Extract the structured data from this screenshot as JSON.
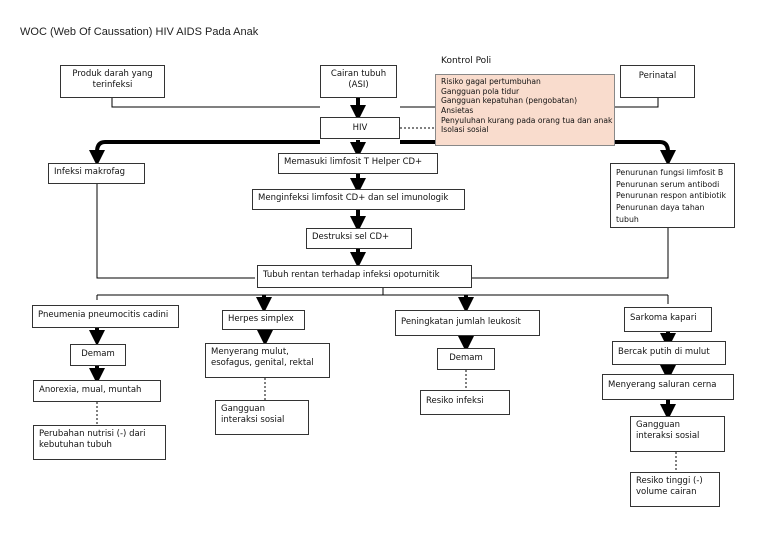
{
  "title": "WOC (Web Of Caussation) HIV AIDS Pada Anak",
  "kontrol_poli": {
    "title": "Kontrol Poli",
    "items": [
      "Risiko gagal pertumbuhan",
      "Gangguan pola tidur",
      "Gangguan kepatuhan (pengobatan)",
      "Ansietas",
      "Penyuluhan kurang pada orang tua dan anak",
      "Isolasi sosial"
    ]
  },
  "nodes": {
    "produk_darah": "Produk darah yang\nterinfeksi",
    "cairan_tubuh": "Cairan tubuh\n(ASI)",
    "perinatal": "Perinatal",
    "hiv": "HIV",
    "infeksi_makrofag": "Infeksi makrofag",
    "memasuki_limfosit": "Memasuki limfosit T Helper CD+",
    "menginfeksi_limfosit": "Menginfeksi limfosit CD+ dan sel imunologik",
    "destruksi": "Destruksi sel CD+",
    "tubuh_rentan": "Tubuh rentan terhadap infeksi opoturnitik",
    "penurunan": "Penurunan fungsi limfosit B\nPenurunan serum antibodi\nPenurunan respon antibiotik\nPenurunan daya tahan tubuh",
    "pneumenia": "Pneumenia pneumocitis cadini",
    "demam_1": "Demam",
    "anorexia": "Anorexia, mual, muntah",
    "perubahan_nutrisi": "Perubahan nutrisi (-) dari\nkebutuhan tubuh",
    "herpes": "Herpes simplex",
    "menyerang_mulut": "Menyerang mulut,\nesofagus, genital, rektal",
    "gangguan_sosial_1": "Gangguan\ninteraksi sosial",
    "peningkatan_leukosit": "Peningkatan jumlah leukosit",
    "demam_2": "Demam",
    "resiko_infeksi": "Resiko infeksi",
    "sarkoma": "Sarkoma kapari",
    "bercak": "Bercak putih di mulut",
    "menyerang_saluran": "Menyerang saluran cerna",
    "gangguan_sosial_2": "Gangguan\ninteraksi sosial",
    "resiko_cairan": "Resiko tinggi (-)\nvolume cairan"
  }
}
